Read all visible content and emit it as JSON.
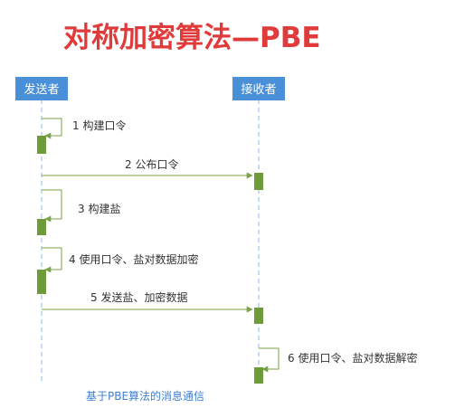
{
  "title": "对称加密算法—PBE",
  "colors": {
    "title": "#e03a3a",
    "actor_fill": "#4a90d9",
    "lifeline": "#8fb4e3",
    "activation": "#6f9a3a",
    "arrow": "#7aa24a",
    "caption": "#3e7fd0"
  },
  "actors": [
    {
      "id": "sender",
      "label": "发送者"
    },
    {
      "id": "receiver",
      "label": "接收者"
    }
  ],
  "messages": [
    {
      "step": 1,
      "label": "1 构建口令",
      "from": "sender",
      "to": "sender"
    },
    {
      "step": 2,
      "label": "2 公布口令",
      "from": "sender",
      "to": "receiver"
    },
    {
      "step": 3,
      "label": "3 构建盐",
      "from": "sender",
      "to": "sender"
    },
    {
      "step": 4,
      "label": "4 使用口令、盐对数据加密",
      "from": "sender",
      "to": "sender"
    },
    {
      "step": 5,
      "label": "5 发送盐、加密数据",
      "from": "sender",
      "to": "receiver"
    },
    {
      "step": 6,
      "label": "6 使用口令、盐对数据解密",
      "from": "receiver",
      "to": "receiver"
    }
  ],
  "caption": "基于PBE算法的消息通信"
}
